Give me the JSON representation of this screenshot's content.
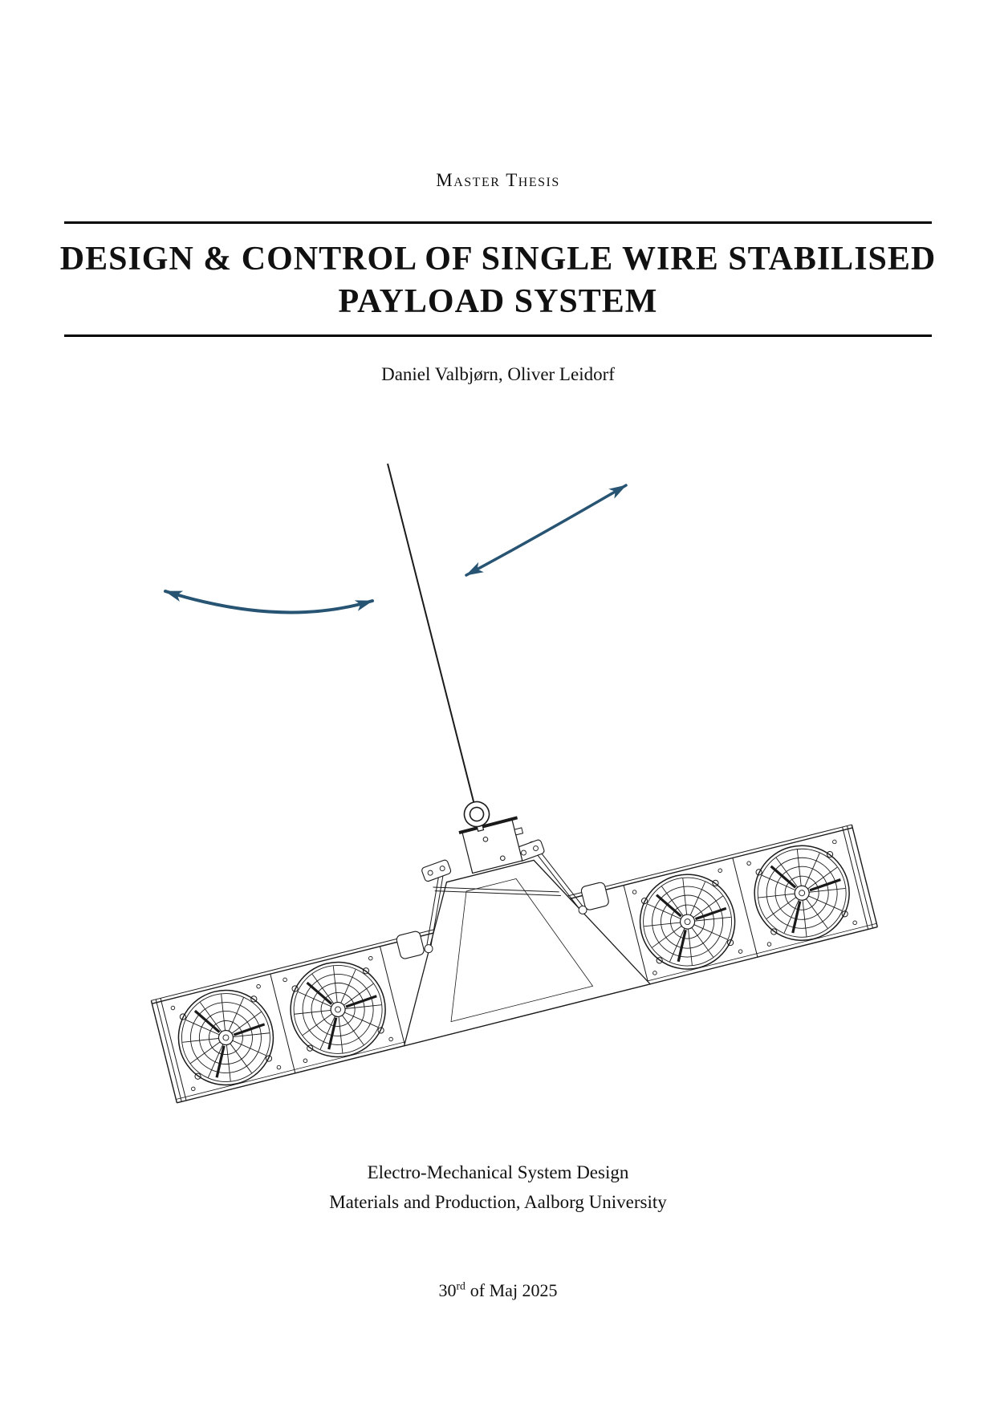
{
  "header": {
    "kicker": "Master Thesis"
  },
  "title": {
    "line1": "DESIGN & CONTROL OF SINGLE WIRE STABILISED",
    "line2": "PAYLOAD SYSTEM"
  },
  "authors": "Daniel Valbjørn, Oliver Leidorf",
  "figure": {
    "arrow_color": "#285473",
    "line_color": "#1a1a1a",
    "background": "#ffffff"
  },
  "footer": {
    "program": "Electro-Mechanical System Design",
    "department": "Materials and Production, Aalborg University",
    "date_day": "30",
    "date_suffix": "rd",
    "date_rest": "of Maj 2025"
  }
}
